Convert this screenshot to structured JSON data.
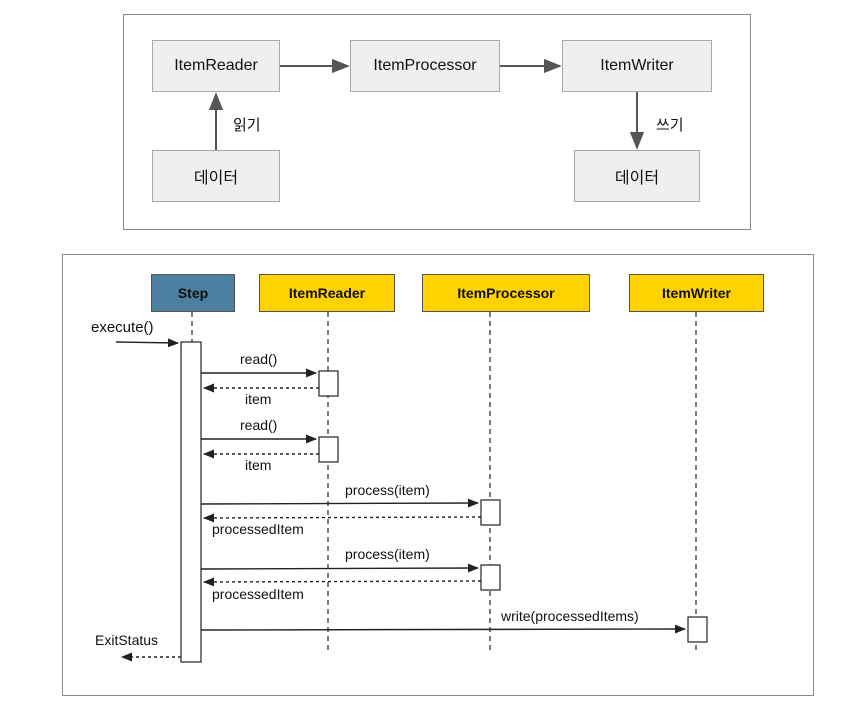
{
  "flow": {
    "reader": "ItemReader",
    "processor": "ItemProcessor",
    "writer": "ItemWriter",
    "source": "데이터",
    "target": "데이터",
    "read_label": "읽기",
    "write_label": "쓰기"
  },
  "sequence": {
    "lifelines": {
      "step": "Step",
      "reader": "ItemReader",
      "processor": "ItemProcessor",
      "writer": "ItemWriter"
    },
    "messages": {
      "execute": "execute()",
      "read1": "read()",
      "item1": "item",
      "read2": "read()",
      "item2": "item",
      "process1": "process(item)",
      "processed1": "processedItem",
      "process2": "process(item)",
      "processed2": "processedItem",
      "write": "write(processedItems)",
      "exit": "ExitStatus"
    }
  },
  "colors": {
    "step_header": "#4d7fa0",
    "component_header": "#ffd200",
    "line": "#222222",
    "box_fill": "#efefef"
  }
}
